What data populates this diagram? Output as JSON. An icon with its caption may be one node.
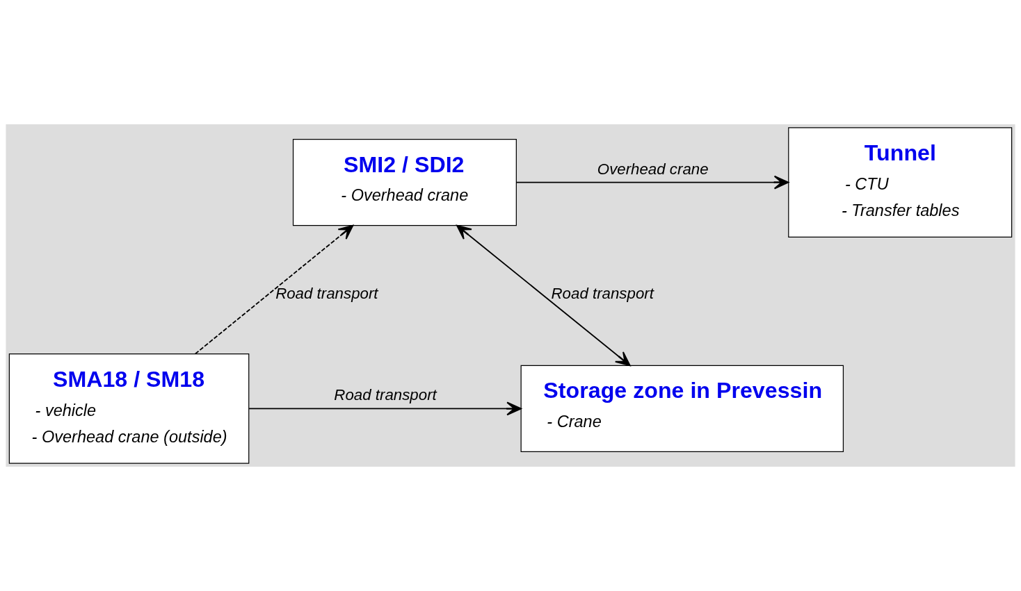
{
  "diagram": {
    "nodes": [
      {
        "text": [
          "Tunnel",
          "- CTU",
          "- Transfer tables"
        ]
      },
      {
        "text": [
          "SMI2 / SDI2",
          "- Overhead crane"
        ]
      },
      {
        "text": [
          "SMA18 / SM18",
          "- vehicle",
          "- Overhead crane (outside)"
        ]
      },
      {
        "text": [
          "Storage zone in Prevessin",
          "- Crane"
        ]
      }
    ],
    "edges": [
      {
        "from": 1,
        "to": 0,
        "arrow": "to",
        "label": "Overhead crane"
      },
      {
        "from": 2,
        "to": 1,
        "arrow": "to",
        "label": "Road transport",
        "style": "dashed"
      },
      {
        "from": 1,
        "to": 3,
        "arrow": "both",
        "label": "Road transport"
      },
      {
        "from": 2,
        "to": 3,
        "arrow": "to",
        "label": "Road transport"
      }
    ]
  }
}
